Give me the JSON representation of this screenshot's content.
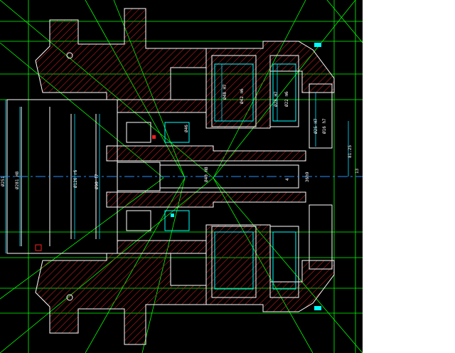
{
  "drawing": {
    "background": "#000000",
    "page_background": "#ffffff",
    "colors": {
      "outline": "#ffffff",
      "hatch": "#c81e1e",
      "construction": "#00ff00",
      "centerline": "#1e90ff",
      "dimension": "#00e5ff",
      "bearing": "#00ffff",
      "marker": "#ff2020",
      "fastener": "#ffff00"
    },
    "dimensions": {
      "bore_dia": "Ø281 H8",
      "outer_dia": "Ø251",
      "mid_dia": "Ø126 r6",
      "shaft_dia_1": "Ø90 f7",
      "shaft_dia_2": "Ø40 H8",
      "shaft_dia_3": "Ø46",
      "mid_stack_upper": "Ø48 H7",
      "mid_stack_lower": "Ø42 m6",
      "right_stack_upper": "Ø28 H7",
      "right_stack_lower": "Ø22 m6",
      "small_stack_upper": "Ø25 H7",
      "small_stack_lower": "Ø16 h7",
      "right_side_1": "81.25",
      "right_side_2": "13",
      "center_offset": "4",
      "center_label": "36h9"
    },
    "cad_icons": [
      "bearing-symbol",
      "bolt-symbol",
      "seal-symbol"
    ]
  }
}
